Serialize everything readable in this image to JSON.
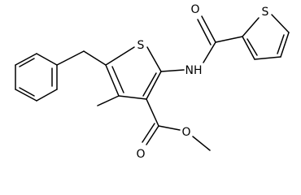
{
  "atoms": {
    "s_ring": "S",
    "s_thio2": "S",
    "nh": "NH",
    "o_amide": "O",
    "o_ester_carbonyl": "O",
    "o_ester": "O"
  },
  "colors": {
    "bond": "#000000",
    "text": "#000000",
    "background": "#ffffff"
  }
}
